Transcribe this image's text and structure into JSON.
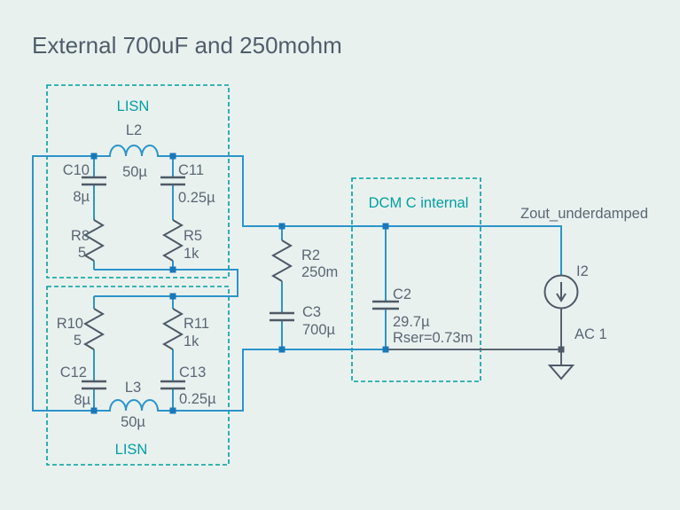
{
  "title": "External 700uF and 250mohm",
  "colors": {
    "background": "#e9f1ef",
    "wire_blue": "#2d94c9",
    "node_blue": "#1878ba",
    "wire_gray": "#59646e",
    "component_gray": "#4e5a66",
    "label_gray": "#5a6774",
    "teal": "#009fa1",
    "title_color": "#4f5d6b"
  },
  "boxes": {
    "lisn_top": {
      "label": "LISN"
    },
    "lisn_bottom": {
      "label": "LISN"
    },
    "dcm": {
      "label": "DCM C internal"
    }
  },
  "components": {
    "L2": {
      "name": "L2",
      "value": "50µ"
    },
    "C10": {
      "name": "C10",
      "value": "8µ"
    },
    "C11": {
      "name": "C11",
      "value": "0.25µ"
    },
    "R8": {
      "name": "R8",
      "value": "5"
    },
    "R5": {
      "name": "R5",
      "value": "1k"
    },
    "R10": {
      "name": "R10",
      "value": "5"
    },
    "R11": {
      "name": "R11",
      "value": "1k"
    },
    "C12": {
      "name": "C12",
      "value": "8µ"
    },
    "C13": {
      "name": "C13",
      "value": "0.25µ"
    },
    "L3": {
      "name": "L3",
      "value": "50µ"
    },
    "R2": {
      "name": "R2",
      "value": "250m"
    },
    "C3": {
      "name": "C3",
      "value": "700µ"
    },
    "C2": {
      "name": "C2",
      "value": "29.7µ",
      "rser": "Rser=0.73m"
    },
    "I2": {
      "name": "I2",
      "value": "AC 1"
    }
  },
  "labels": {
    "zout": "Zout_underdamped"
  }
}
